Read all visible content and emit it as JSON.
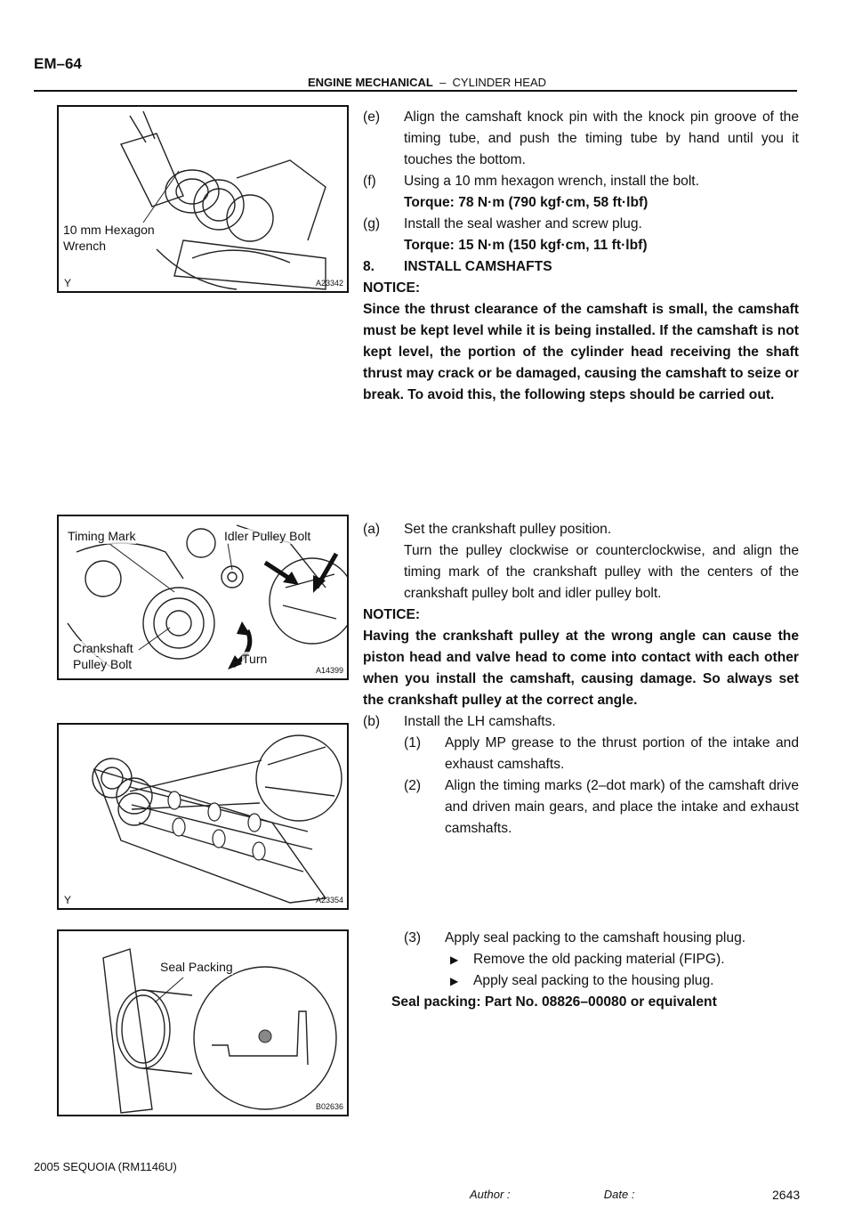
{
  "header": {
    "page_id": "EM–64",
    "section": "ENGINE MECHANICAL",
    "separator": "–",
    "subsection": "CYLINDER HEAD"
  },
  "figures": [
    {
      "code": "A23342",
      "corner_mark": "Y",
      "labels": [
        "10 mm Hexagon",
        "Wrench"
      ]
    },
    {
      "code": "A14399",
      "labels": [
        "Timing Mark",
        "Idler Pulley Bolt",
        "Crankshaft",
        "Pulley Bolt",
        "Turn"
      ]
    },
    {
      "code": "A23354",
      "corner_mark": "Y"
    },
    {
      "code": "B02636",
      "labels": [
        "Seal Packing"
      ]
    }
  ],
  "steps_top": {
    "e_label": "(e)",
    "e_text": "Align the camshaft knock pin with the knock pin groove of the timing tube, and push the timing tube by hand until you it touches the bottom.",
    "f_label": "(f)",
    "f_text": "Using a 10 mm hexagon wrench, install the bolt.",
    "f_torque": "Torque: 78 N·m (790 kgf·cm, 58 ft·lbf)",
    "g_label": "(g)",
    "g_text": "Install the seal washer and screw plug.",
    "g_torque": "Torque: 15 N·m (150 kgf·cm, 11 ft·lbf)",
    "s8_label": "8.",
    "s8_text": "INSTALL CAMSHAFTS",
    "notice_label": "NOTICE:",
    "notice_text": "Since the thrust clearance of the camshaft is small, the camshaft must be kept level while it is being installed. If the camshaft is not kept level, the portion of the cylinder head receiving the shaft thrust may crack or be damaged, causing the camshaft to seize or break. To avoid this, the following steps should be carried out."
  },
  "steps_mid": {
    "a_label": "(a)",
    "a_text": "Set the crankshaft pulley position.",
    "a_sub": "Turn the pulley clockwise or counterclockwise, and align the timing mark of the crankshaft pulley with the centers of the crankshaft pulley bolt and idler pulley bolt.",
    "notice_label": "NOTICE:",
    "notice_text": "Having the crankshaft pulley at the wrong angle can cause the piston head and valve head to come into contact with each other when you install the camshaft, causing damage. So always set the crankshaft pulley at the correct angle.",
    "b_label": "(b)",
    "b_text": "Install the LH camshafts.",
    "b1_label": "(1)",
    "b1_text": "Apply MP grease to the thrust portion of the intake and exhaust camshafts.",
    "b2_label": "(2)",
    "b2_text": "Align the timing marks (2–dot mark) of the camshaft drive and driven main gears, and place the intake and exhaust camshafts."
  },
  "steps_bottom": {
    "b3_label": "(3)",
    "b3_text": "Apply seal packing to the camshaft housing plug.",
    "bullet_icon": "right-triangle-bullet",
    "bullet1": "Remove the old packing material (FIPG).",
    "bullet2": "Apply seal packing to the housing plug.",
    "spec": "Seal packing: Part No. 08826–00080 or equivalent"
  },
  "footer": {
    "model": "2005 SEQUOIA   (RM1146U)",
    "author_label": "Author :",
    "date_label": "Date :",
    "page_number": "2643"
  }
}
